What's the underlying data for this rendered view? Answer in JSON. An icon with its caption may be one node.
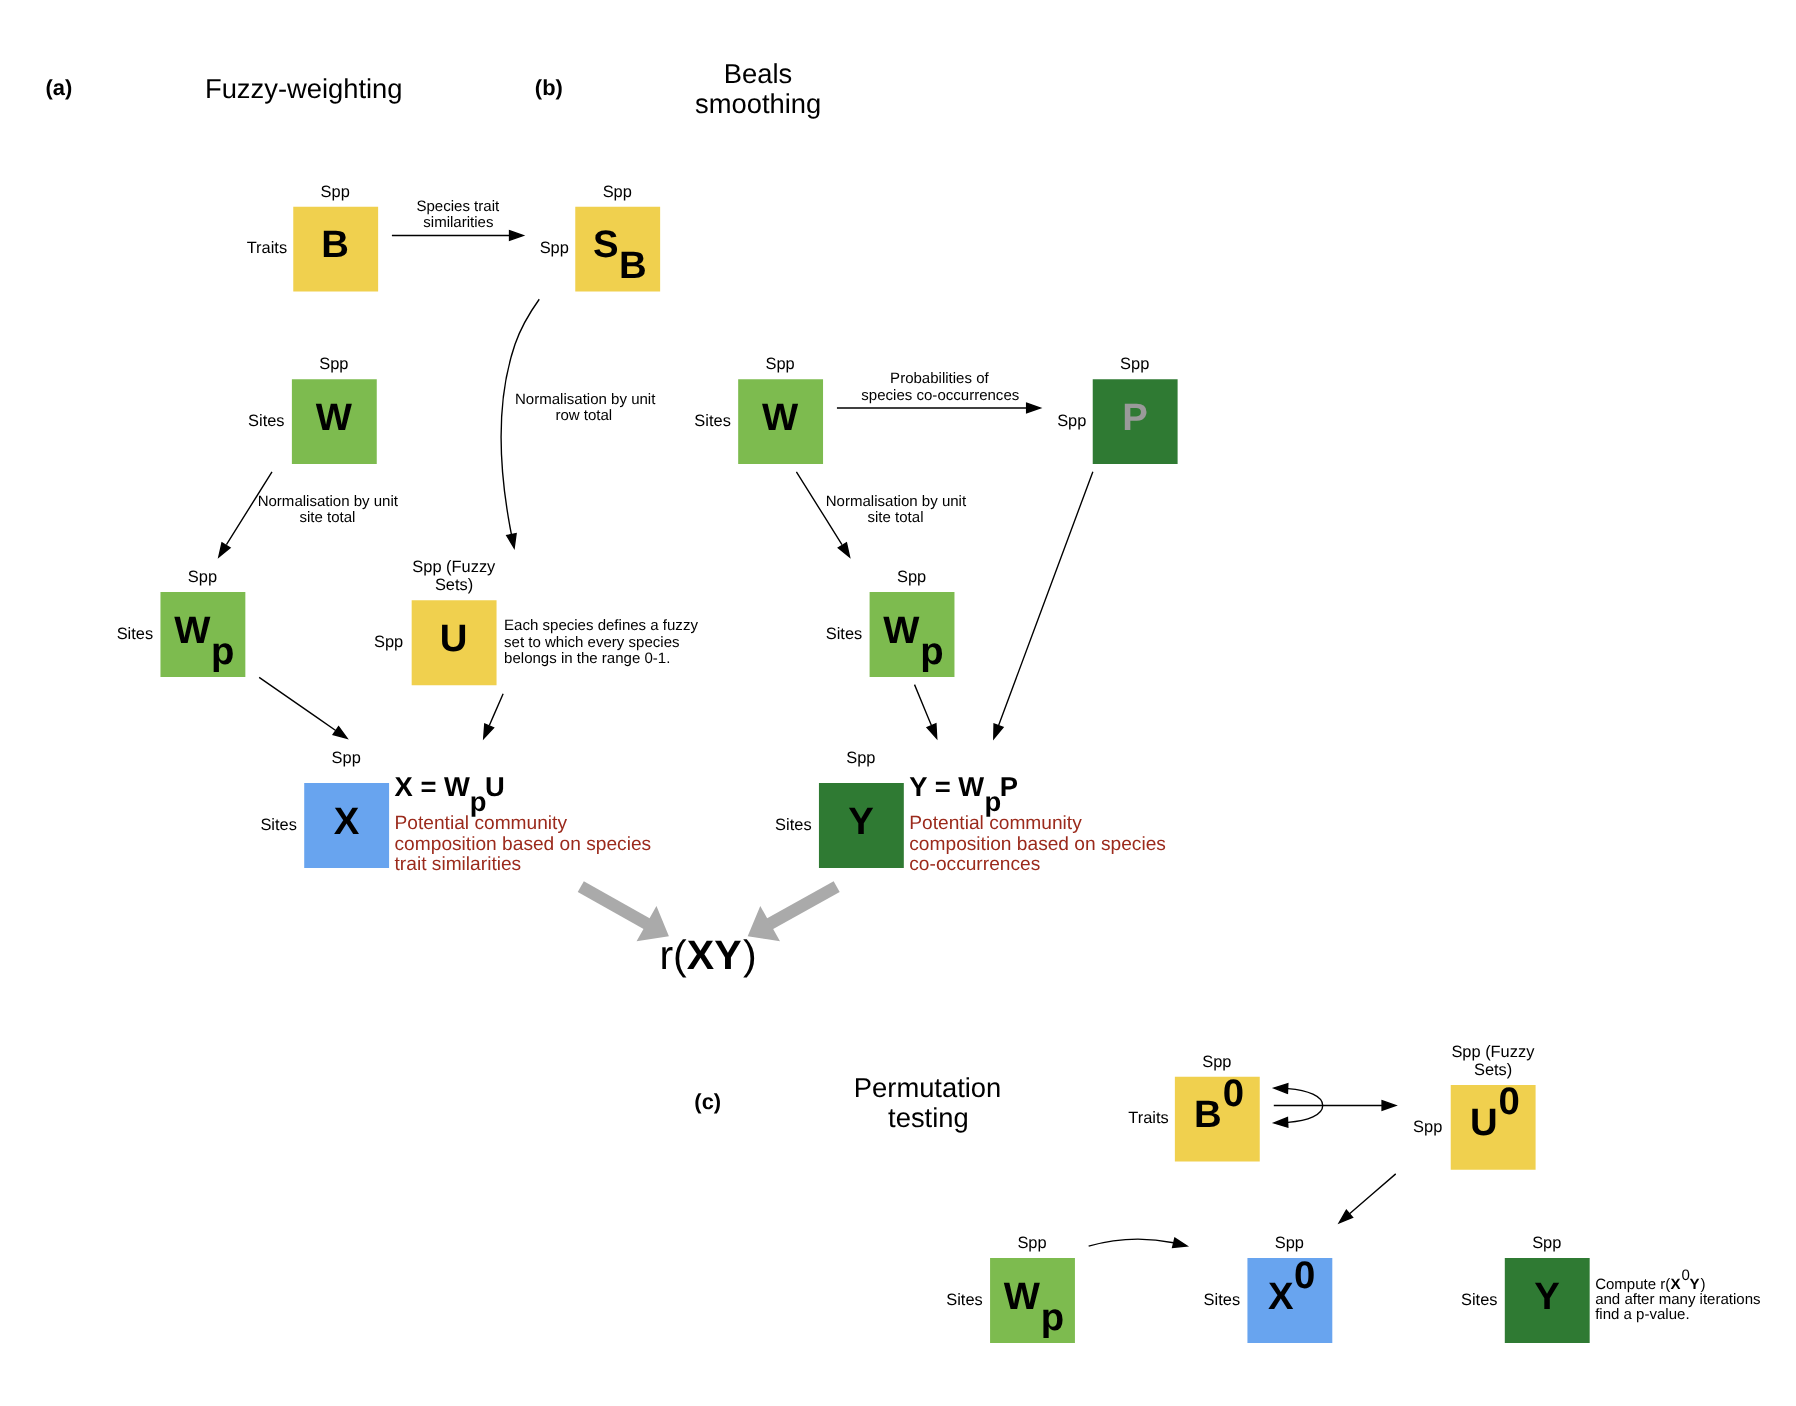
{
  "diagram": {
    "nodes": [
      {
        "text": [
          "B"
        ],
        "beside": [
          "Spp",
          "Traits"
        ]
      },
      {
        "text": [
          "S$_{B}$"
        ],
        "beside": [
          "Spp",
          "Spp"
        ]
      },
      {
        "text": [
          "W"
        ],
        "beside": [
          "Spp",
          "Sites"
        ]
      },
      {
        "text": [
          "W$_{p}$"
        ],
        "beside": [
          "Spp",
          "Sites"
        ]
      },
      {
        "text": [
          "U"
        ],
        "beside": [
          "Spp (Fuzzy Sets)",
          "Spp",
          "Each species defines a fuzzy set to which every species belongs in the range 0-1."
        ]
      },
      {
        "text": [
          "X"
        ],
        "beside": [
          "Spp",
          "Sites",
          "X = W$_{p}$U",
          "Potential community composition based on species trait similarities"
        ]
      },
      {
        "text": [
          "r(**XY**)"
        ]
      },
      {
        "text": [
          "W"
        ],
        "beside": [
          "Spp",
          "Sites"
        ]
      },
      {
        "text": [
          "P"
        ],
        "beside": [
          "Spp",
          "Spp"
        ]
      },
      {
        "text": [
          "W$_{p}$"
        ],
        "beside": [
          "Spp",
          "Sites"
        ]
      },
      {
        "text": [
          "Y"
        ],
        "beside": [
          "Spp",
          "Sites",
          "Y = W$_{p}$P",
          "Potential community composition based on species co-occurrences"
        ]
      },
      {
        "text": [
          "B$^{0}$"
        ],
        "beside": [
          "Spp",
          "Traits"
        ]
      },
      {
        "text": [
          "U$^{0}$"
        ],
        "beside": [
          "Spp (Fuzzy Sets)",
          "Spp"
        ]
      },
      {
        "text": [
          "W$_{p}$"
        ],
        "beside": [
          "Spp",
          "Sites"
        ]
      },
      {
        "text": [
          "X$^{0}$"
        ],
        "beside": [
          "Spp",
          "Sites"
        ]
      },
      {
        "text": [
          "Y"
        ],
        "beside": [
          "Spp",
          "Sites",
          "Compute r(**X**$^{0}$**Y**) and after many iterations find a p-value."
        ]
      }
    ],
    "edges": [
      {
        "from": 0,
        "to": 1,
        "arrow": "to",
        "label": "Species trait similarities"
      },
      {
        "from": 1,
        "to": 4,
        "arrow": "to",
        "label": "Normalisation by unit row total"
      },
      {
        "from": 2,
        "to": 3,
        "arrow": "to",
        "label": "Normalisation by unit site total"
      },
      {
        "from": 3,
        "to": 5,
        "arrow": "to"
      },
      {
        "from": 4,
        "to": 5,
        "arrow": "to"
      },
      {
        "from": 5,
        "to": 6,
        "arrow": "to",
        "style": "thick",
        "color": "#aaaaaa"
      },
      {
        "from": 7,
        "to": 8,
        "arrow": "to",
        "label": "Probabilities of species co-occurrences"
      },
      {
        "from": 7,
        "to": 9,
        "arrow": "to",
        "label": "Normalisation by unit site total"
      },
      {
        "from": 9,
        "to": 10,
        "arrow": "to"
      },
      {
        "from": 8,
        "to": 10,
        "arrow": "to"
      },
      {
        "from": 10,
        "to": 6,
        "arrow": "to",
        "style": "thick",
        "color": "#aaaaaa"
      },
      {
        "from": 11,
        "to": 11,
        "arrow": "both"
      },
      {
        "from": 11,
        "to": 12,
        "arrow": "to"
      },
      {
        "from": 12,
        "to": 14,
        "arrow": "to"
      },
      {
        "from": 13,
        "to": 14,
        "arrow": "to"
      }
    ],
    "labels": [
      "(a)",
      "Fuzzy-weighting",
      "(b)",
      "Beals smoothing",
      "(c)",
      "Permutation testing"
    ]
  }
}
